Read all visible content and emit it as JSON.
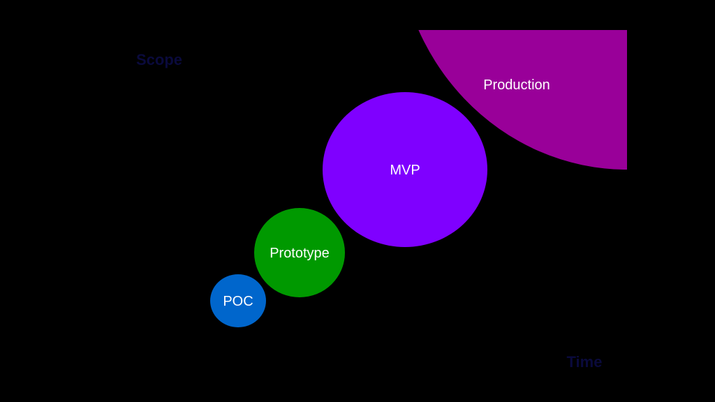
{
  "axes": {
    "y_label": "Scope",
    "x_label": "Time",
    "label_color": "#0a0a3c"
  },
  "stages": [
    {
      "label": "POC",
      "color": "#0066cc"
    },
    {
      "label": "Prototype",
      "color": "#009900"
    },
    {
      "label": "MVP",
      "color": "#7f00ff"
    },
    {
      "label": "Production",
      "color": "#990099"
    }
  ],
  "stage_text_color": "#ffffff"
}
